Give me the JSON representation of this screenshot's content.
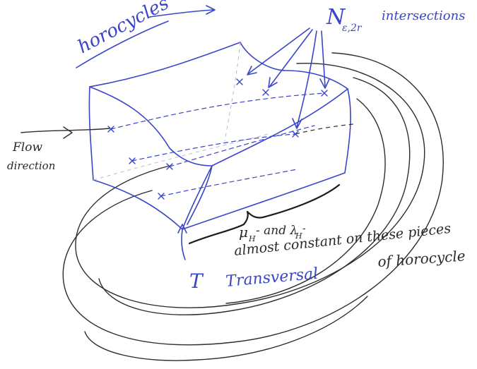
{
  "labels": {
    "horocycles": "horocycles",
    "intersections_symbol": "N",
    "intersections_subscript": "ε,2r",
    "intersections": "intersections",
    "flow_line1": "Flow",
    "flow_line2": "direction",
    "measures_line1": "μ",
    "measures_sub1": "H",
    "measures_and": "- and λ",
    "measures_sub2": "H",
    "measures_tail": "-",
    "almost_constant": "almost constant on these pieces",
    "of_horocycle": "of horocycle",
    "transversal_symbol": "T",
    "transversal_word": "Transversal"
  },
  "colors": {
    "blue_ink": "#3a46c8",
    "dark_ink": "#2d2d2d",
    "background": "#ffffff"
  }
}
